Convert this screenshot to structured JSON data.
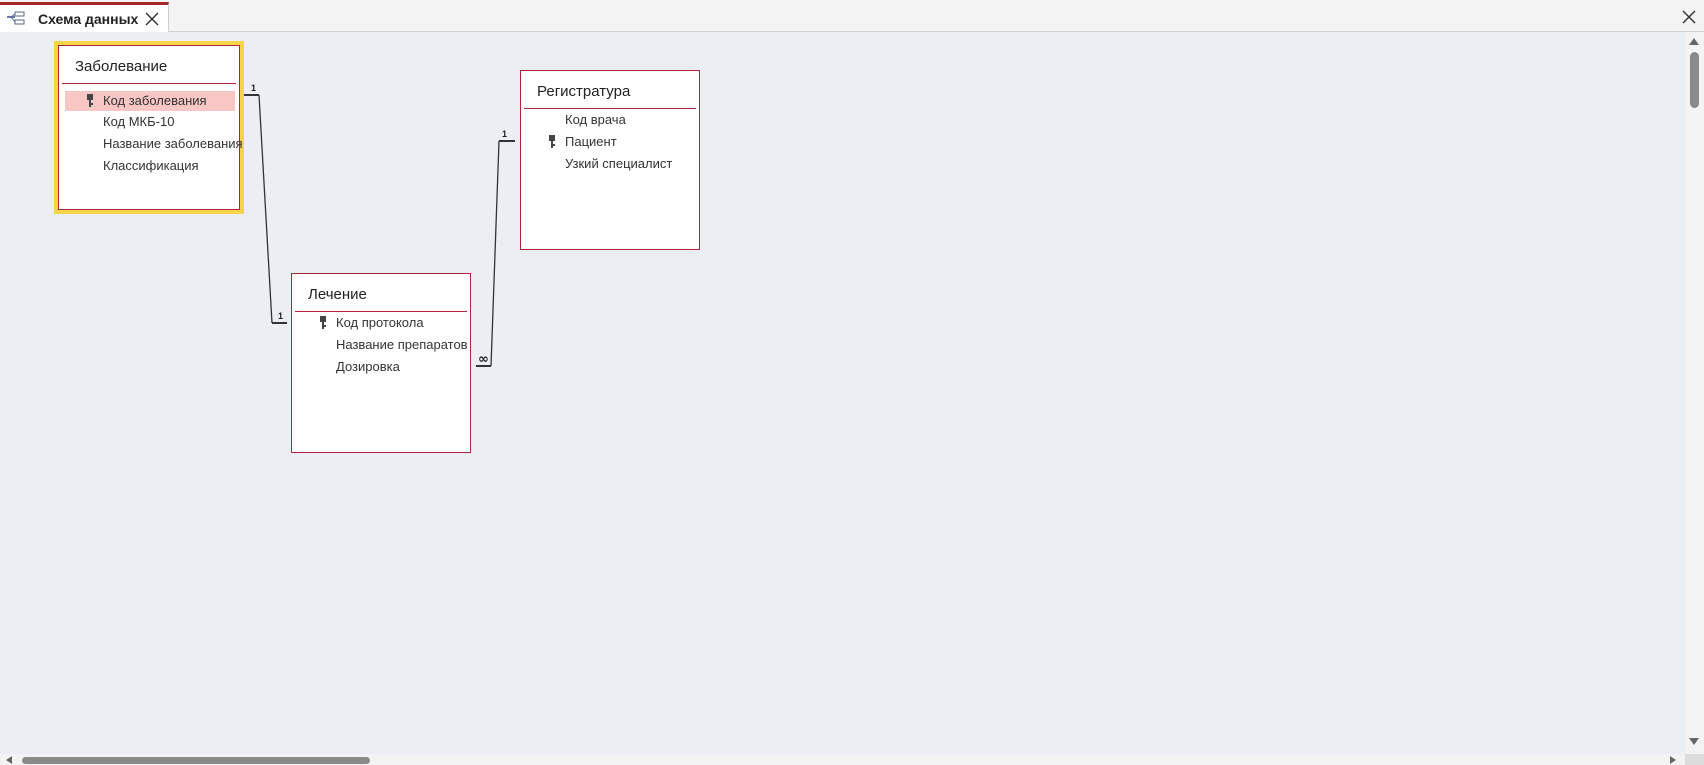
{
  "tab": {
    "title": "Схема данных",
    "icon": "relationships-icon",
    "active_color": "#a4262c"
  },
  "tables": [
    {
      "id": "zabolevanie",
      "title": "Заболевание",
      "selected": true,
      "fields": [
        {
          "name": "Код заболевания",
          "key": true,
          "highlighted": true
        },
        {
          "name": "Код МКБ-10",
          "key": false
        },
        {
          "name": "Название заболевания",
          "key": false
        },
        {
          "name": "Классификация",
          "key": false
        }
      ]
    },
    {
      "id": "lechenie",
      "title": "Лечение",
      "selected": false,
      "fields": [
        {
          "name": "Код протокола",
          "key": true
        },
        {
          "name": "Название препаратов",
          "key": false
        },
        {
          "name": "Дозировка",
          "key": false
        }
      ]
    },
    {
      "id": "registratura",
      "title": "Регистратура",
      "selected": false,
      "fields": [
        {
          "name": "Код врача",
          "key": false
        },
        {
          "name": "Пациент",
          "key": true
        },
        {
          "name": "Узкий специалист",
          "key": false
        }
      ]
    }
  ],
  "relationships": [
    {
      "from": "Заболевание.Код заболевания",
      "to": "Лечение.Код протокола",
      "from_label": "1",
      "to_label": "1"
    },
    {
      "from": "Регистратура.Пациент",
      "to": "Лечение.Дозировка",
      "from_label": "1",
      "to_label": "∞"
    }
  ],
  "colors": {
    "border": "#b0253a",
    "selection": "#f7d44a",
    "highlight": "#f9c6c6",
    "canvas": "#ebeef2"
  }
}
